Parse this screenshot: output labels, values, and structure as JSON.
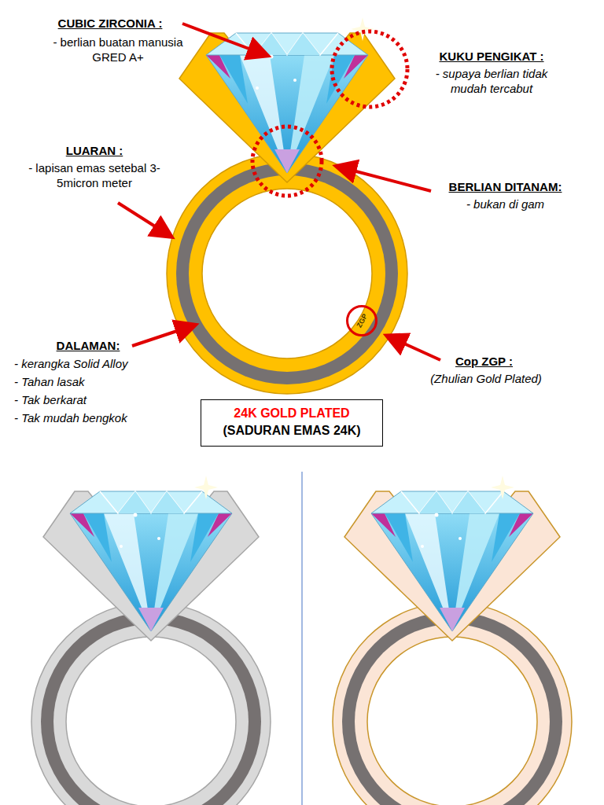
{
  "diagram": {
    "nodes": [
      {
        "text": [
          "24K GOLD PLATED",
          "(SADURAN EMAS 24K)"
        ]
      },
      {
        "text": [
          "ZGP"
        ]
      }
    ],
    "labels": [
      "CUBIC ZIRCONIA :",
      "- berlian buatan manusia GRED A+",
      "KUKU PENGIKAT :",
      "- supaya berlian tidak mudah tercabut",
      "LUARAN :",
      "- lapisan emas setebal 3-5micron meter",
      "BERLIAN DITANAM:",
      "- bukan di gam",
      "DALAMAN:",
      "- kerangka Solid Alloy",
      "- Tahan lasak",
      "- Tak berkarat",
      "- Tak mudah bengkok",
      "Cop ZGP :",
      "(Zhulian Gold Plated)"
    ]
  }
}
